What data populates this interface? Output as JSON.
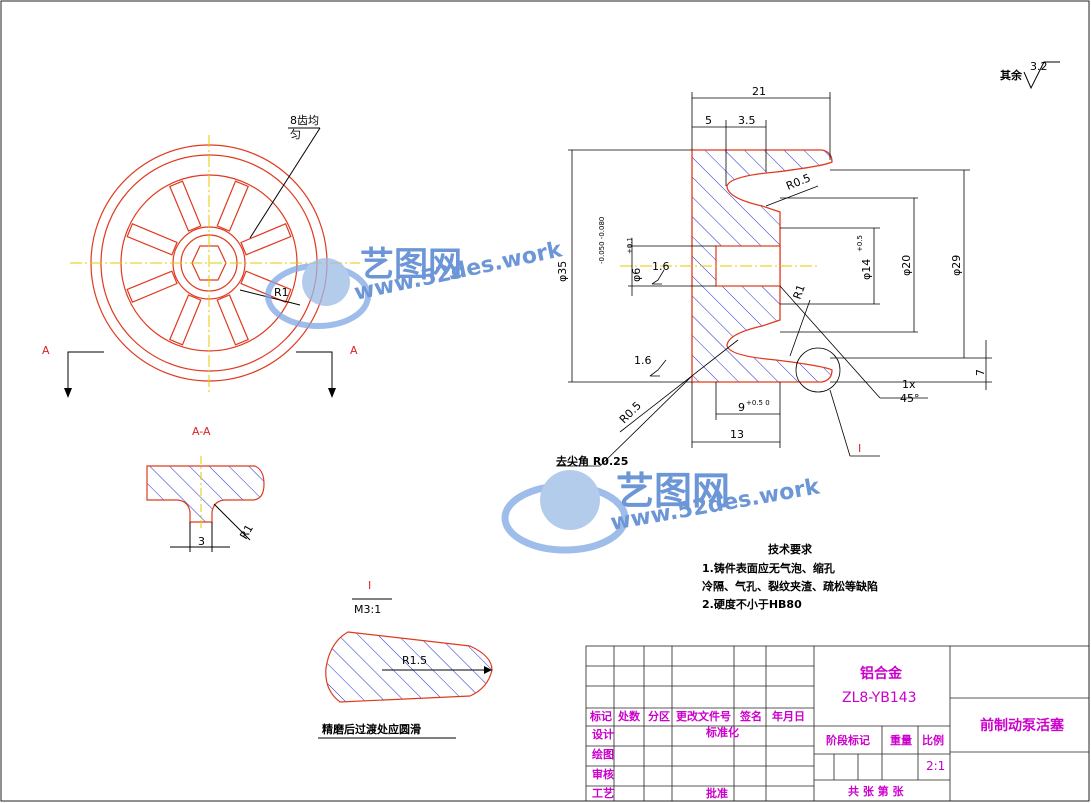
{
  "roughness": {
    "value": "3.2",
    "prefix": "其余"
  },
  "front_view": {
    "spoke_note": "8齿均",
    "spoke_note_2": "匀",
    "radius_label": "R1",
    "section_mark": "A"
  },
  "section_view": {
    "title": "A-A",
    "dim_width": "3",
    "dim_radius": "R1"
  },
  "detail_view": {
    "label": "I",
    "scale": "M3:1",
    "radius": "R1.5",
    "note": "精磨后过渡处应圆滑"
  },
  "main_view": {
    "dims": {
      "total_width": "21",
      "left_step": "5",
      "groove_offset": "3.5",
      "groove_radius": "R0.5",
      "outer_dia": "φ35",
      "outer_dia_tol": "-0.050 -0.080",
      "hole_dia": "φ6",
      "hole_dia_tol": "+0.1",
      "roughness_bore": "1.6",
      "roughness_face": "1.6",
      "inner_dia": "φ14",
      "inner_dia_tol": "+0.5",
      "dia_20": "φ20",
      "dia_29": "φ29",
      "r1": "R1",
      "chamfer": "1x",
      "chamfer_angle": "45°",
      "height_7": "7",
      "r05_lower": "R0.5",
      "bore_len": "9",
      "bore_len_tol": "+0.5 0",
      "len_13": "13",
      "detail_label": "I",
      "deburr": "去尖角 R0.25"
    }
  },
  "tech_req": {
    "title": "技术要求",
    "items": [
      "1.铸件表面应无气泡、缩孔",
      "冷隔、气孔、裂纹夹渣、疏松等缺陷",
      "2.硬度不小于HB80"
    ]
  },
  "title_block": {
    "material": "铝合金",
    "code": "ZL8-YB143",
    "part_name": "前制动泵活塞",
    "headers": [
      "标记",
      "处数",
      "分区",
      "更改文件号",
      "签名",
      "年月日"
    ],
    "roles": [
      "设计",
      "标准化",
      "绘图",
      "审核",
      "工艺",
      "批准"
    ],
    "stage_label": "阶段标记",
    "weight_label": "重量",
    "scale_label": "比例",
    "scale_value": "2:1",
    "sheets_label": "共  张 第  张"
  },
  "watermark": {
    "brand": "艺图网",
    "url": "www.52des.work"
  }
}
